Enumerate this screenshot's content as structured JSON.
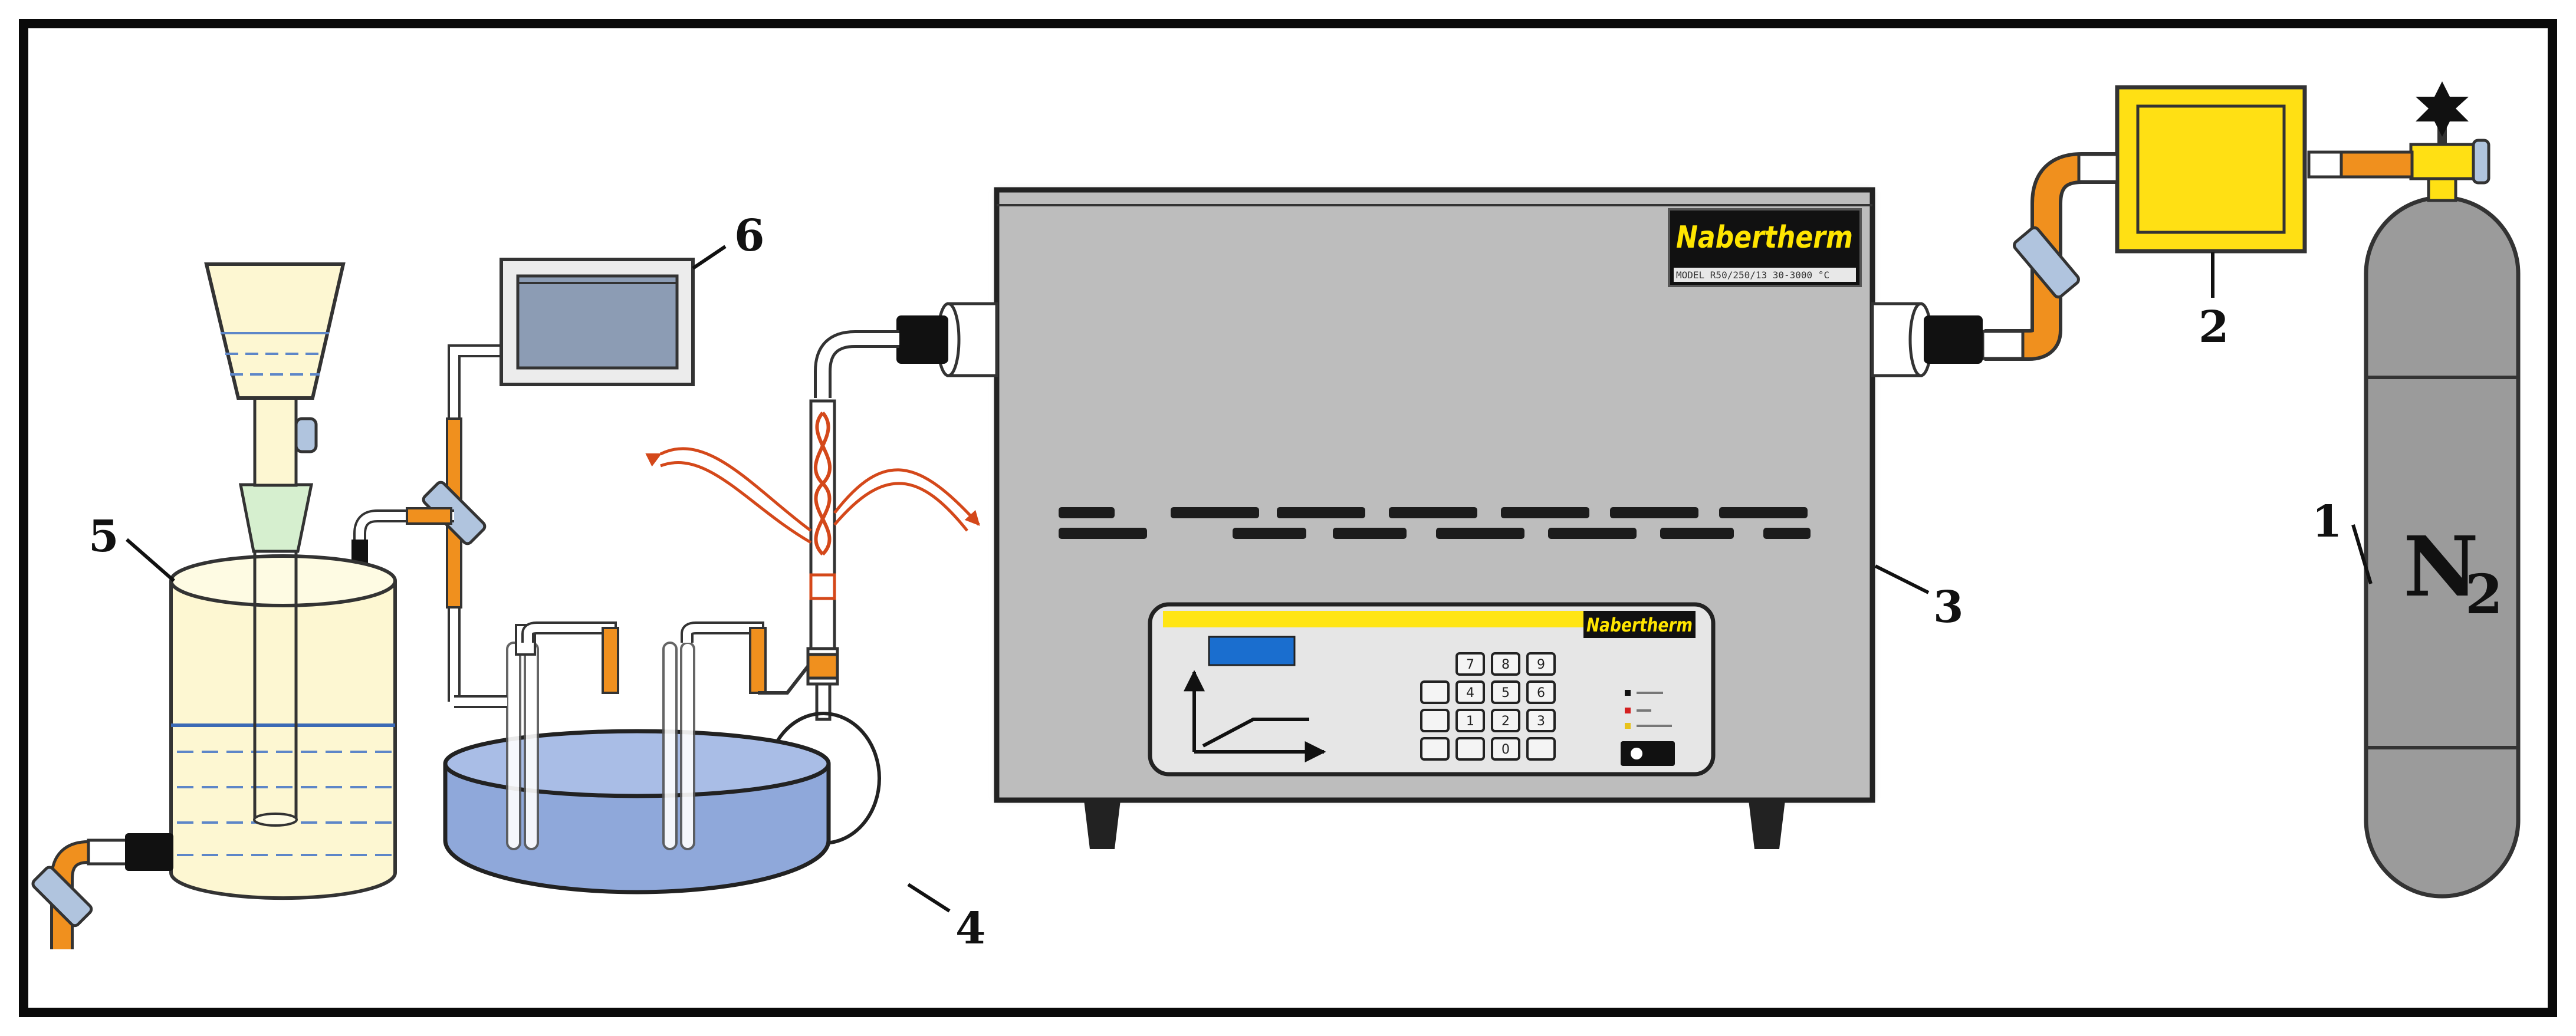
{
  "callouts": {
    "c1": "1",
    "c2": "2",
    "c3": "3",
    "c4": "4",
    "c5": "5",
    "c6": "6"
  },
  "cylinder": {
    "label_main": "N",
    "label_sub": "2"
  },
  "furnace": {
    "brand_top": "Nabertherm",
    "brand_panel": "Nabertherm",
    "keypad": [
      "7",
      "8",
      "9",
      "4",
      "5",
      "6",
      "1",
      "2",
      "3",
      "",
      "0",
      ""
    ]
  },
  "colors": {
    "pipe_orange": "#f0901e",
    "mfc_yellow": "#ffe014",
    "water_blue": "#8fa8da",
    "furnace_gray": "#bdbdbd",
    "cylinder_gray": "#9b9b9b",
    "heating_red": "#d4481a",
    "glass_yellow": "#fdf7d2"
  }
}
